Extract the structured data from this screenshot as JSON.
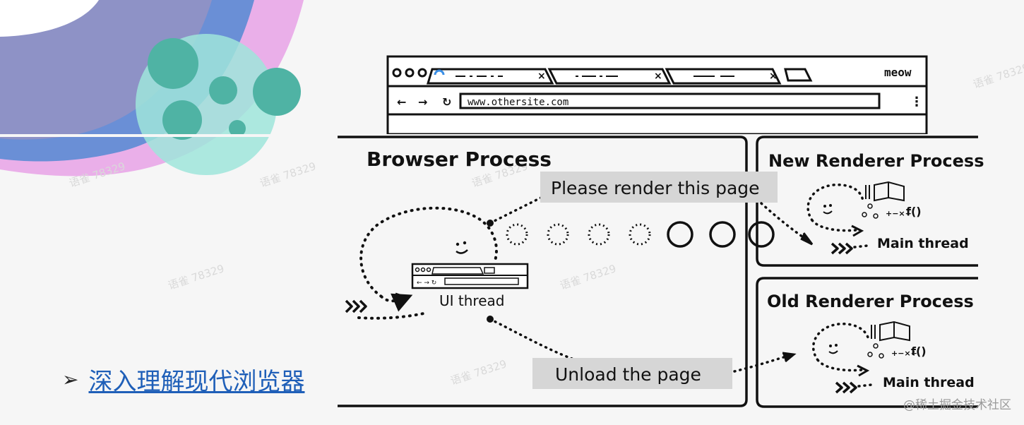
{
  "browser": {
    "menu_label": "meow",
    "url": "www.othersite.com"
  },
  "browser_process": {
    "title": "Browser Process",
    "ui_thread_label": "UI thread"
  },
  "new_renderer": {
    "title": "New Renderer Process",
    "main_thread_label": "Main thread"
  },
  "old_renderer": {
    "title": "Old Renderer Process",
    "main_thread_label": "Main thread"
  },
  "messages": {
    "render": "Please render this page",
    "unload": "Unload the page"
  },
  "bullet": {
    "arrow": "➢",
    "link_text": "深入理解现代浏览器"
  },
  "watermark": {
    "footer": "@稀土掘金技术社区",
    "tile": "语雀 78329"
  },
  "colors": {
    "link": "#1f5fb8",
    "ink": "#111111",
    "message_bg": "#d6d6d6"
  }
}
